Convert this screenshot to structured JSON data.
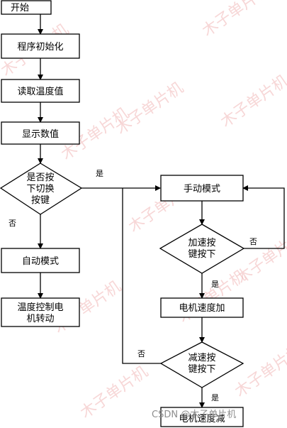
{
  "watermark": {
    "text": "木子单片机",
    "color": "#f1b7b7"
  },
  "credit": "CSDN @木子单片机",
  "nodes": {
    "start": "开始",
    "init": "程序初始化",
    "read_temp": "读取温度值",
    "display": "显示数值",
    "switch_check": [
      "是否按",
      "下切换",
      "按键"
    ],
    "auto_mode": "自动模式",
    "temp_control": [
      "温度控制电",
      "机转动"
    ],
    "manual_mode": "手动模式",
    "accel_check": [
      "加速按",
      "键按下"
    ],
    "speed_up": "电机速度加",
    "decel_check": [
      "减速按",
      "键按下"
    ],
    "speed_down": "电机速度减"
  },
  "labels": {
    "yes": "是",
    "no": "否"
  }
}
